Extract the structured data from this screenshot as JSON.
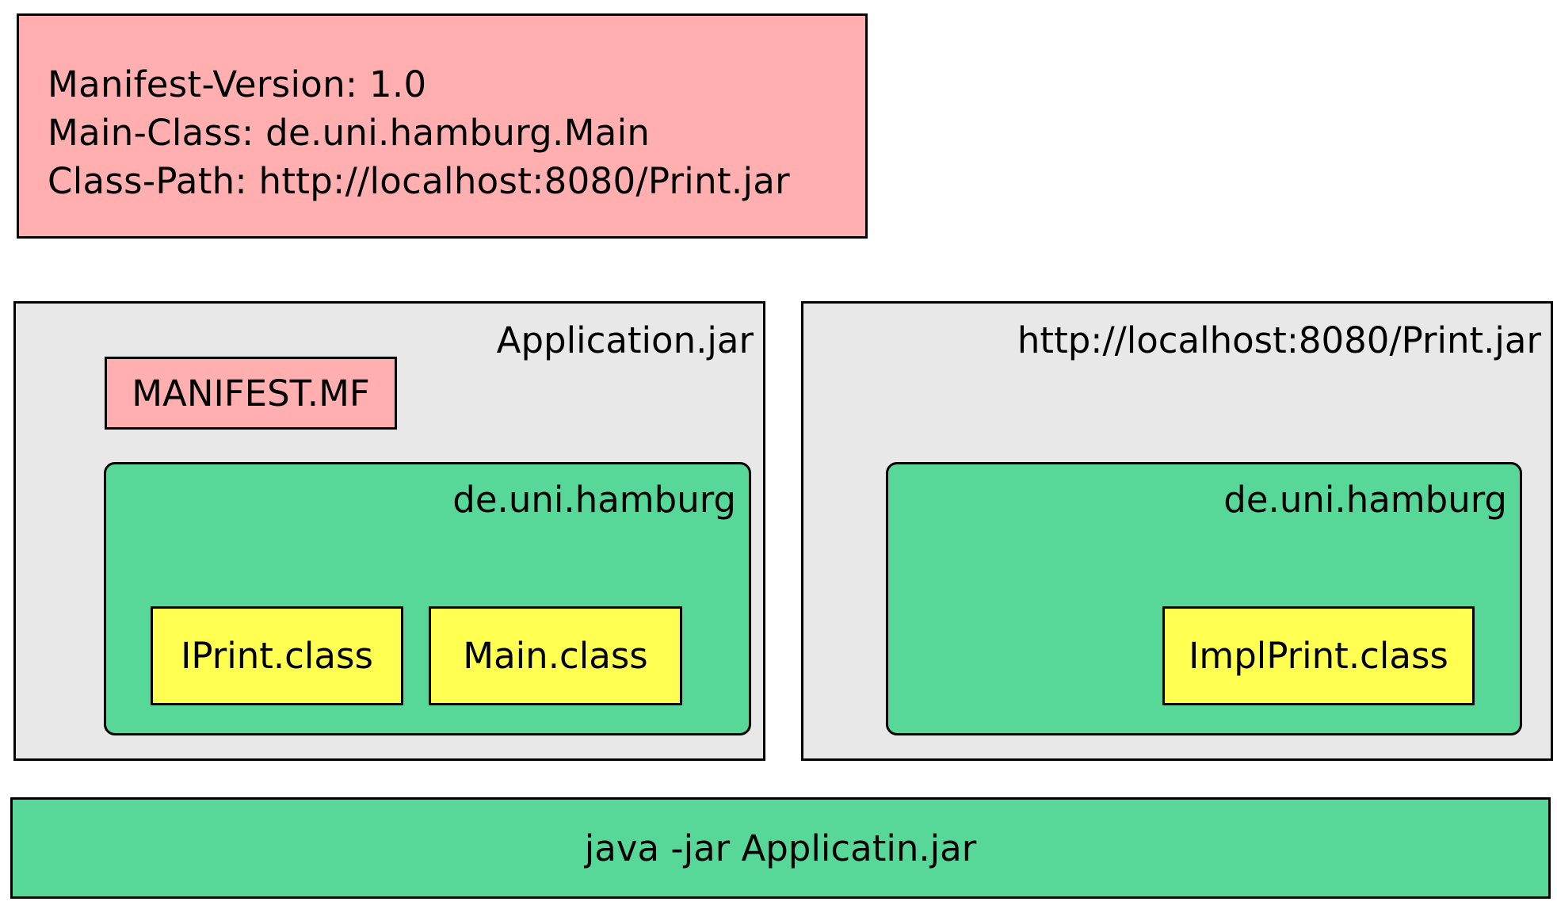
{
  "manifest_content": {
    "lines": [
      "Manifest-Version: 1.0",
      "Main-Class: de.uni.hamburg.Main",
      "Class-Path: http://localhost:8080/Print.jar"
    ]
  },
  "application_jar": {
    "label": "Application.jar",
    "manifest_file": "MANIFEST.MF",
    "package": {
      "label": "de.uni.hamburg",
      "classes": [
        "IPrint.class",
        "Main.class"
      ]
    }
  },
  "print_jar": {
    "label": "http://localhost:8080/Print.jar",
    "package": {
      "label": "de.uni.hamburg",
      "classes": [
        "ImplPrint.class"
      ]
    }
  },
  "command": "java -jar Applicatin.jar",
  "colors": {
    "manifest": "#ffafb0",
    "jar": "#e8e8e8",
    "package": "#57d898",
    "class": "#ffff52",
    "command": "#57d898"
  }
}
